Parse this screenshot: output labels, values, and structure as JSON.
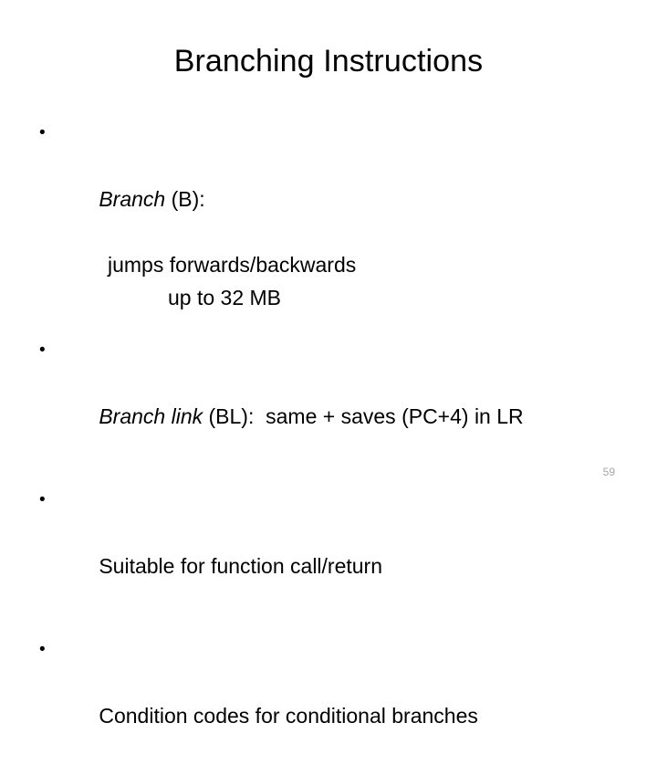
{
  "slide": {
    "title": "Branching Instructions",
    "page_number": "59",
    "background_color": "#ffffff",
    "text_color": "#000000",
    "page_number_color": "#a6a6a6",
    "bullet_glyph": "•",
    "bullets": [
      {
        "emphasis": "Branch",
        "rest": " (B):",
        "sublines": [
          "jumps forwards/backwards",
          "up to 32 MB"
        ]
      },
      {
        "emphasis": "Branch link",
        "rest": " (BL):  same + saves (PC+4) in LR",
        "sublines": []
      },
      {
        "emphasis": "",
        "rest": "Suitable for function call/return",
        "sublines": []
      },
      {
        "emphasis": "",
        "rest": "Condition codes for conditional branches",
        "sublines": []
      }
    ]
  }
}
